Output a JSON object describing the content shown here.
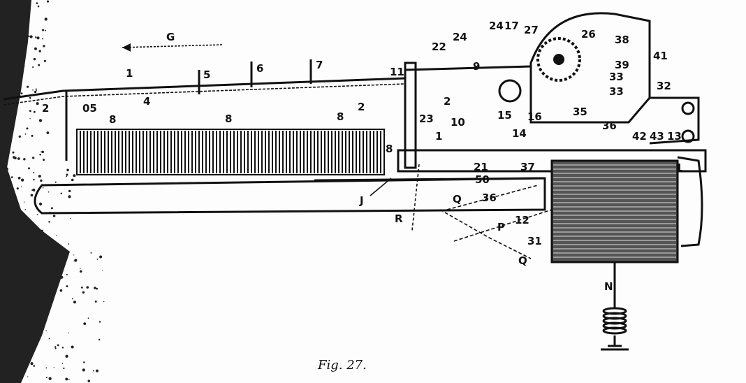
{
  "figure": {
    "caption": "Fig. 27.",
    "direction_label": "G",
    "labels": [
      "1",
      "2",
      "05",
      "4",
      "5",
      "6",
      "7",
      "8",
      "8",
      "8",
      "8",
      "2",
      "11",
      "22",
      "24",
      "24",
      "17",
      "27",
      "26",
      "38",
      "39",
      "41",
      "33",
      "33",
      "32",
      "9",
      "2",
      "23",
      "10",
      "15",
      "16",
      "14",
      "1",
      "21",
      "50",
      "37",
      "42",
      "43",
      "13",
      "36",
      "35",
      "J",
      "Q",
      "36",
      "12",
      "R",
      "P",
      "31",
      "Q",
      "N",
      "1"
    ]
  }
}
